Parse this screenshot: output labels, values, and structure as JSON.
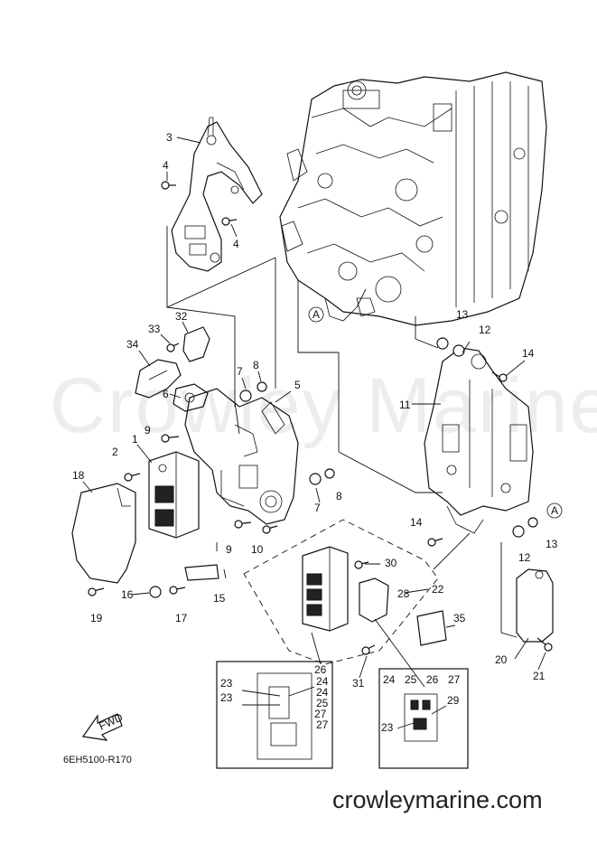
{
  "watermark": "Crowley Marine",
  "website": "crowleymarine.com",
  "diagram_code": "6EH5100-R170",
  "fwd_label": "FWD",
  "ref_marker": "A",
  "callouts": {
    "c1": "1",
    "c2": "2",
    "c3": "3",
    "c4a": "4",
    "c4b": "4",
    "c5": "5",
    "c6": "6",
    "c7a": "7",
    "c7b": "7",
    "c8a": "8",
    "c8b": "8",
    "c9a": "9",
    "c9b": "9",
    "c10": "10",
    "c11": "11",
    "c12a": "12",
    "c12b": "12",
    "c13a": "13",
    "c13b": "13",
    "c14a": "14",
    "c14b": "14",
    "c15": "15",
    "c16": "16",
    "c17": "17",
    "c18": "18",
    "c19": "19",
    "c20": "20",
    "c21": "21",
    "c22": "22",
    "c23a": "23",
    "c23b": "23",
    "c23c": "23",
    "c24a": "24",
    "c24b": "24",
    "c24c": "24",
    "c25a": "25",
    "c25b": "25",
    "c26a": "26",
    "c26b": "26",
    "c27a": "27",
    "c27b": "27",
    "c27c": "27",
    "c28": "28",
    "c29": "29",
    "c30": "30",
    "c31": "31",
    "c32": "32",
    "c33": "33",
    "c34": "34",
    "c35": "35"
  }
}
